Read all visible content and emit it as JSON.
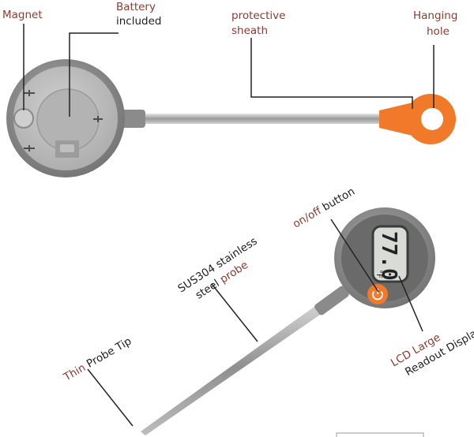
{
  "labels": {
    "magnet": "Magnet",
    "battery_line1": "Battery",
    "battery_line2": "included",
    "sheath_line1": "protective",
    "sheath_line2": "sheath",
    "hanging_line1": "Hanging",
    "hanging_line2": "hole",
    "onoff_accent": "on/off",
    "onoff_rest": " button",
    "steel_line1": "SUS304 stainless",
    "steel_line2_dark": "steel ",
    "steel_line2_accent": "probe",
    "tip_accent": "Thin",
    "tip_rest": " Probe Tip",
    "lcd_line1_accent": "LCD Large",
    "lcd_line2": "Readout Display"
  },
  "display": {
    "reading": "77.0",
    "unit": "°F"
  },
  "colors": {
    "accent_text": "#8a3d34",
    "sheath_orange": "#f07a2a",
    "body_gray": "#8c8c8c",
    "face_gray": "#b8b8b8",
    "lcd_bg": "#d9dcd6"
  },
  "icons": {
    "power": "power-icon",
    "screw": "screw-icon"
  }
}
